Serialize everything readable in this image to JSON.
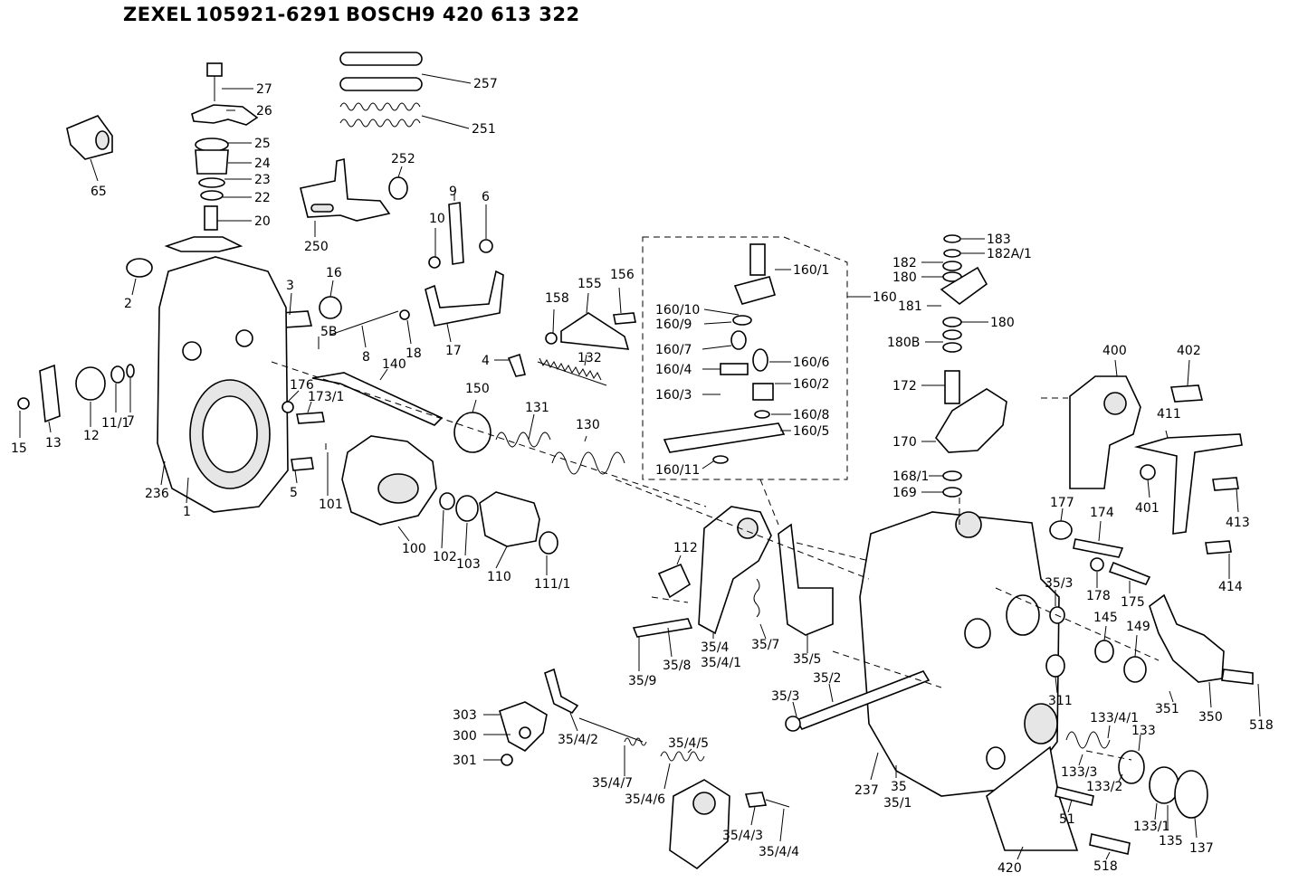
{
  "header": {
    "brand1": "ZEXEL",
    "code1": "105921-6291",
    "brand2": "BOSCH",
    "code2": "9 420 613 322"
  },
  "callouts": [
    "27",
    "26",
    "25",
    "24",
    "23",
    "22",
    "20",
    "65",
    "257",
    "251",
    "252",
    "250",
    "9",
    "10",
    "6",
    "2",
    "3",
    "16",
    "5B",
    "8",
    "18",
    "17",
    "155",
    "156",
    "158",
    "4",
    "132",
    "15",
    "13",
    "12",
    "11/1",
    "7",
    "236",
    "1",
    "176",
    "173/1",
    "5",
    "140",
    "101",
    "100",
    "102",
    "150",
    "131",
    "130",
    "103",
    "110",
    "111/1",
    "112",
    "35/9",
    "35/8",
    "35/4",
    "35/4/1",
    "35/7",
    "35/5",
    "160",
    "160/1",
    "160/10",
    "160/9",
    "160/7",
    "160/6",
    "160/4",
    "160/2",
    "160/3",
    "160/8",
    "160/5",
    "160/11",
    "183",
    "182A/1",
    "182",
    "180",
    "181",
    "180",
    "180B",
    "172",
    "170",
    "168/1",
    "169",
    "400",
    "402",
    "411",
    "401",
    "413",
    "414",
    "177",
    "174",
    "178",
    "175",
    "35/3",
    "145",
    "149",
    "35/2",
    "35/3",
    "311",
    "351",
    "350",
    "518",
    "133/4/1",
    "133",
    "133/3",
    "133/2",
    "51",
    "133/1",
    "135",
    "137",
    "303",
    "300",
    "301",
    "35/4/2",
    "35/4/7",
    "35/4/5",
    "35/4/6",
    "35/4/3",
    "35/4/4",
    "237",
    "35",
    "35/1",
    "420",
    "518"
  ]
}
